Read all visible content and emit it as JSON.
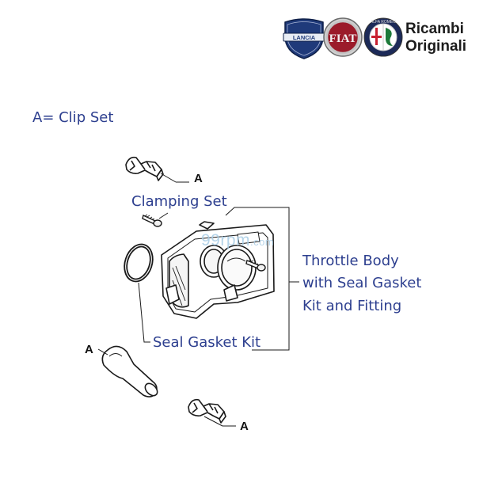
{
  "brand": {
    "logos": [
      "Lancia",
      "Fiat",
      "Alfa Romeo"
    ],
    "tagline_line1": "Ricambi",
    "tagline_line2": "Originali"
  },
  "legend": "A= Clip Set",
  "labels": {
    "clamping_set": "Clamping Set",
    "throttle_body_line1": "Throttle Body",
    "throttle_body_line2": "with Seal Gasket",
    "throttle_body_line3": "Kit and Fitting",
    "seal_gasket_kit": "Seal Gasket Kit"
  },
  "callouts": {
    "a_top": "A",
    "a_left": "A",
    "a_bottom": "A"
  },
  "watermark": {
    "main": "99rpm",
    "suffix": ".com"
  },
  "colors": {
    "label_text": "#2d3f8f",
    "lancia_blue": "#1f3a7a",
    "fiat_red": "#9b1b2a",
    "alfa_green": "#1d7a3a",
    "alfa_red": "#c8202f",
    "watermark": "#a9cde6"
  }
}
